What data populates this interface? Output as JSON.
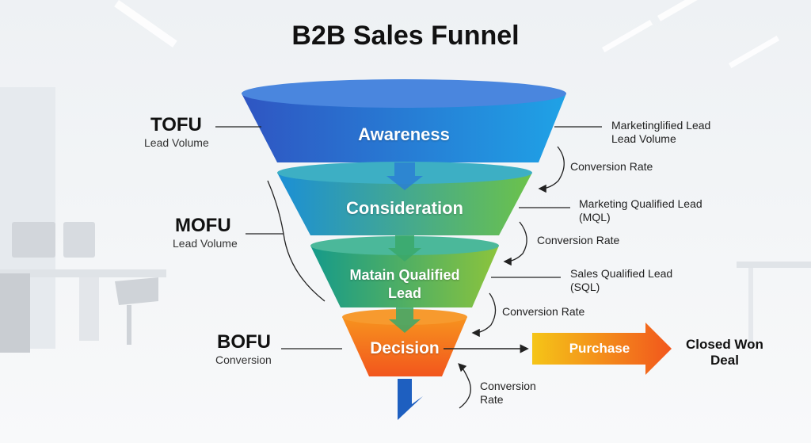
{
  "title": "B2B Sales Funnel",
  "stages": [
    {
      "label": "Awareness",
      "color_left": "#2f55c2",
      "color_right": "#1fa2e6"
    },
    {
      "label": "Consideration",
      "color_left": "#1b8fd6",
      "color_right": "#6cc24a"
    },
    {
      "label_line1": "Matain Qualified",
      "label_line2": "Lead",
      "color_left": "#159a8a",
      "color_right": "#8cc43c"
    },
    {
      "label": "Decision",
      "color_left": "#f47a1f",
      "color_right": "#f26a1b"
    }
  ],
  "left_labels": {
    "tofu": {
      "title": "TOFU",
      "subtitle": "Lead Volume"
    },
    "mofu": {
      "title": "MOFU",
      "subtitle": "Lead Volume"
    },
    "bofu": {
      "title": "BOFU",
      "subtitle": "Conversion"
    }
  },
  "right_notes": {
    "note1": {
      "line1": "Marketinglified Lead",
      "line2": "Lead Volume"
    },
    "conv1": "Conversion Rate",
    "note2": {
      "line1": "Marketing Qualified Lead",
      "line2": "(MQL)"
    },
    "conv2": "Conversion Rate",
    "note3": {
      "line1": "Sales Qualified Lead",
      "line2": "(SQL)"
    },
    "conv3": "Conversion Rate",
    "conv4": {
      "line1": "Conversion",
      "line2": "Rate"
    }
  },
  "purchase": {
    "label": "Purchase",
    "color_start": "#f5c518",
    "color_end": "#f2561d"
  },
  "closed": {
    "line1": "Closed Won",
    "line2": "Deal"
  },
  "colors": {
    "bottom_arrow": "#1e5fc0",
    "connector_arrow": "#2a7fd4"
  }
}
